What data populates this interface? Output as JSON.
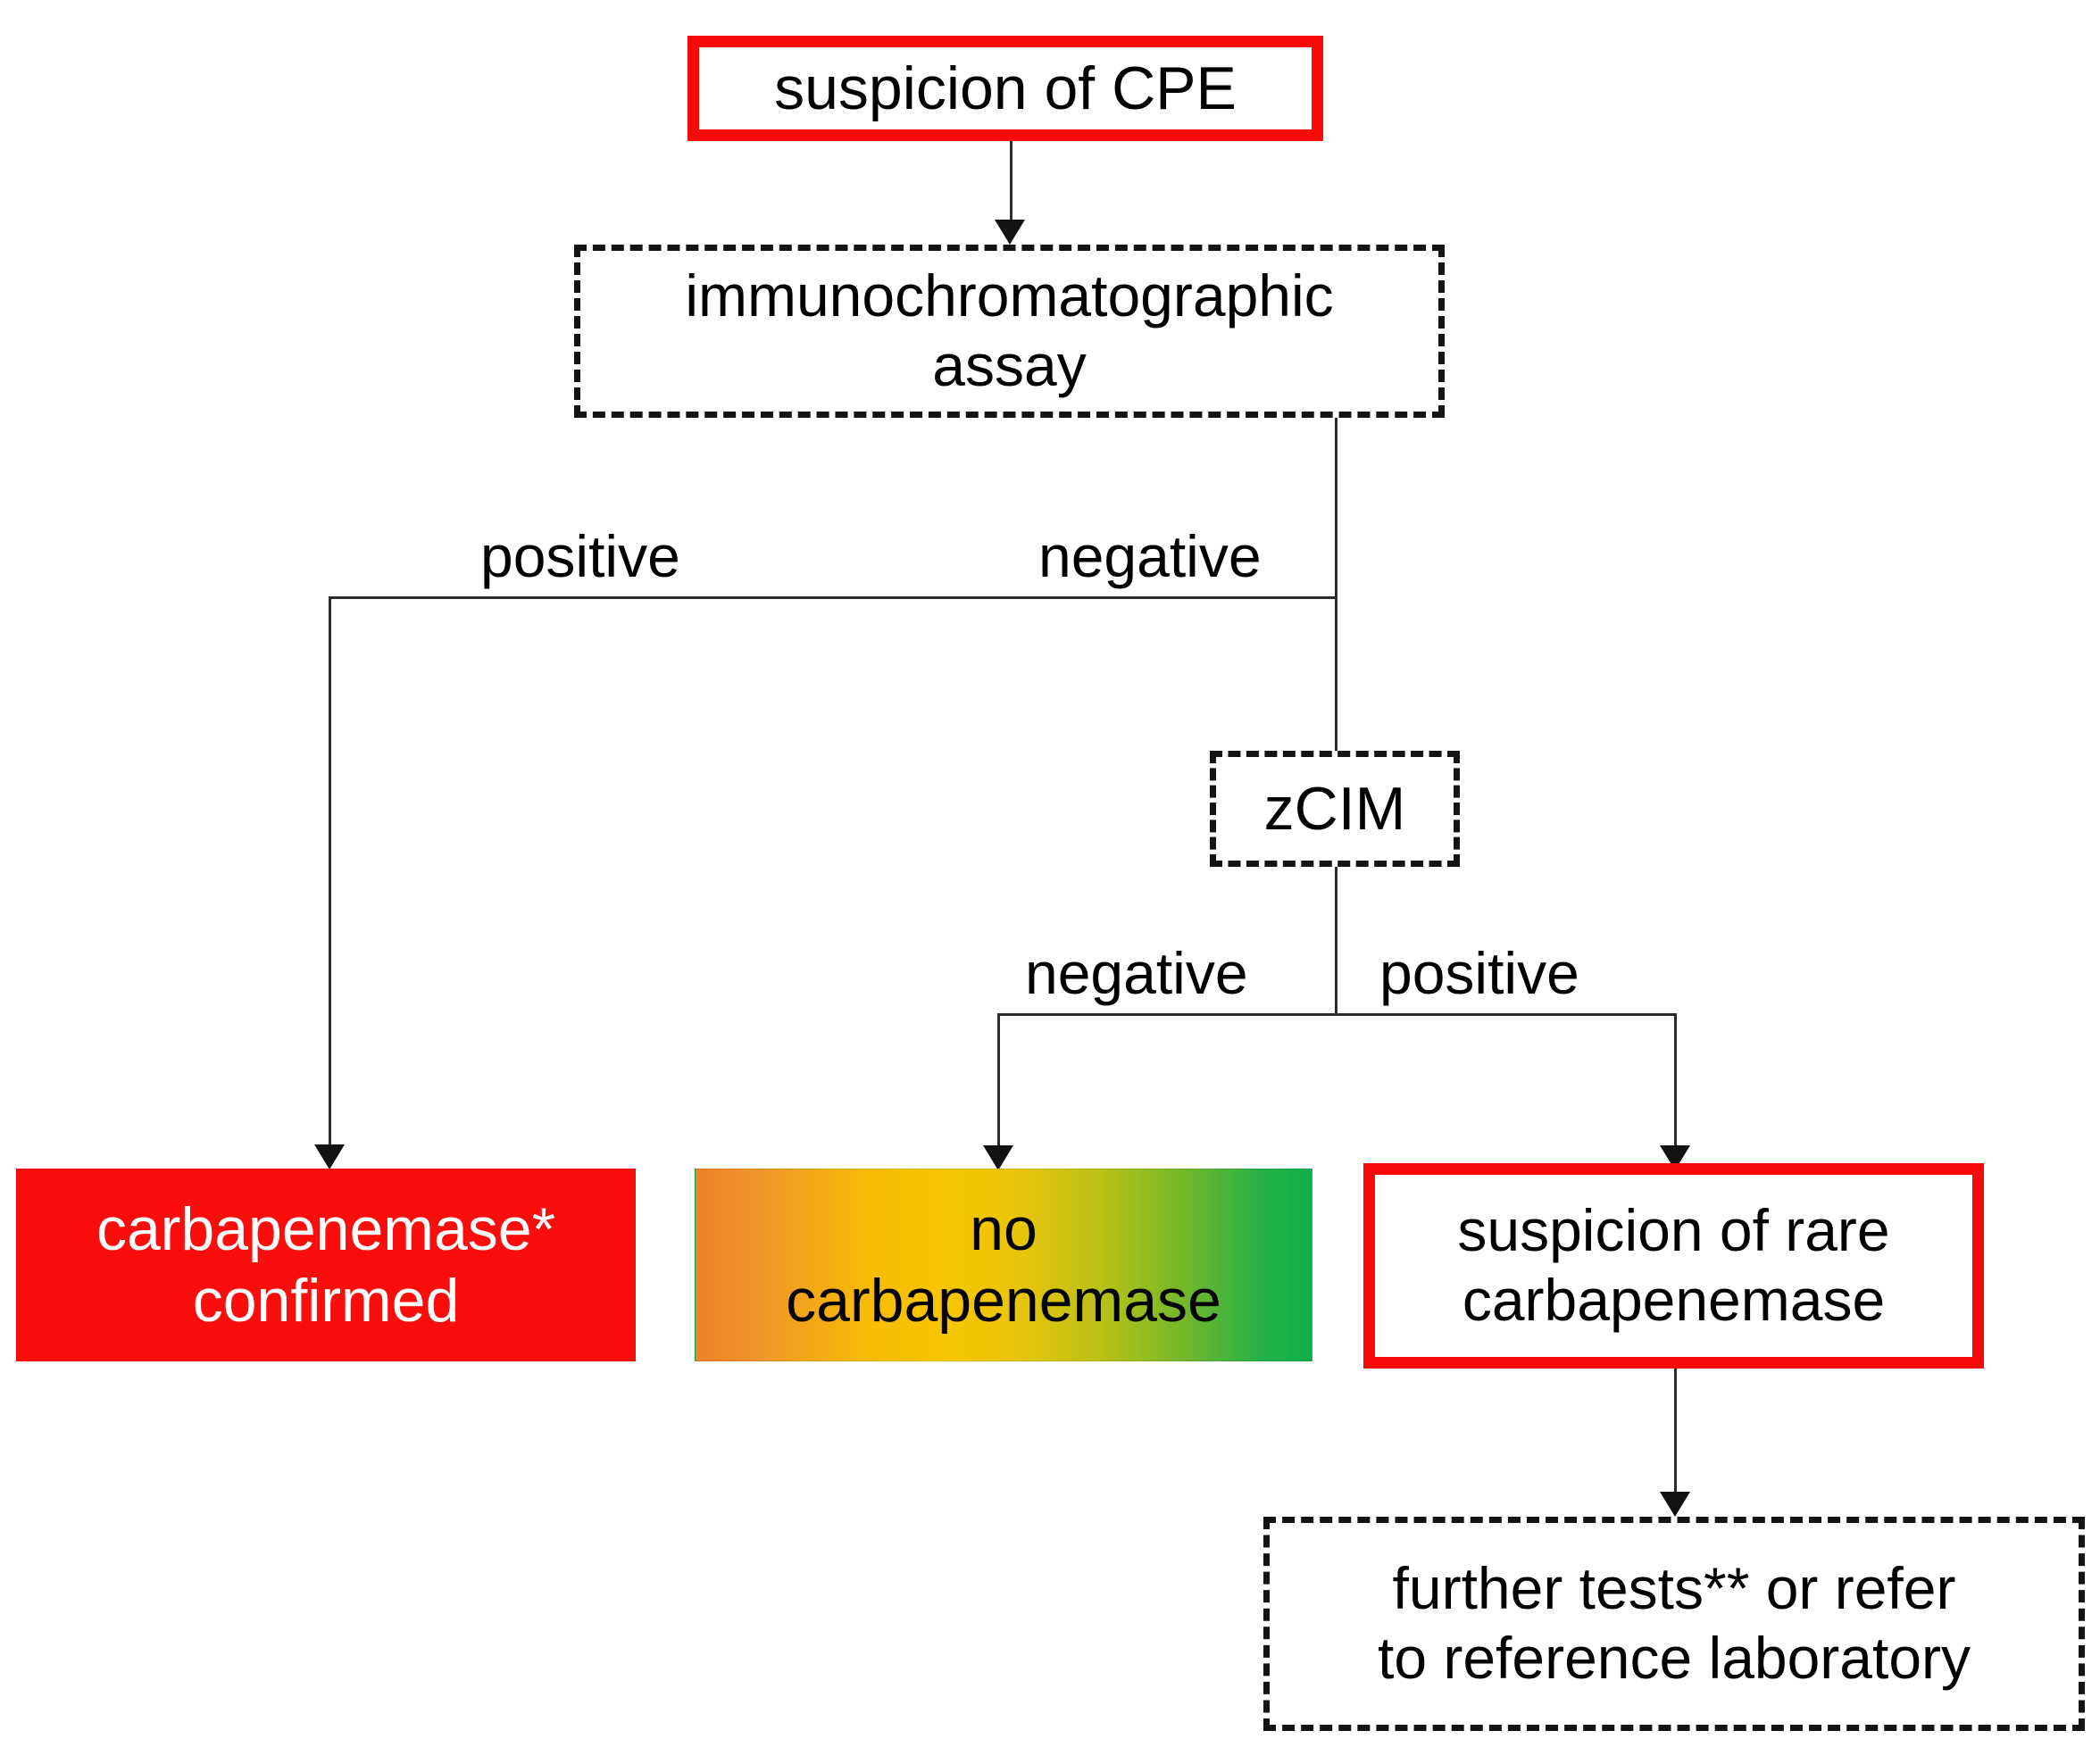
{
  "diagram": {
    "title": "CPE detection algorithm flowchart",
    "colors": {
      "red_border": "#f60b09",
      "red_fill": "#fb0d0b",
      "dashed_border": "#141414",
      "gradient_start": "#ed8128",
      "gradient_mid": "#f8c500",
      "gradient_end": "#10ae4c",
      "line": "#2b2b2b",
      "text": "#000000",
      "text_inverse": "#ffffff"
    },
    "nodes": {
      "suspicion_cpe": {
        "label": "suspicion of CPE",
        "style": "solid-red-border"
      },
      "ica": {
        "label": "immunochromatographic\nassay",
        "style": "dashed-border"
      },
      "zcim": {
        "label": "zCIM",
        "style": "dashed-border"
      },
      "carbapenemase_confirmed": {
        "label": "carbapenemase*\nconfirmed",
        "style": "fill-red"
      },
      "no_carbapenemase": {
        "label": "no\ncarbapenemase",
        "style": "fill-gradient"
      },
      "rare_carbapenemase": {
        "label": "suspicion of rare\ncarbapenemase",
        "style": "solid-red-border"
      },
      "further_tests": {
        "label": "further tests** or refer\nto reference laboratory",
        "style": "dashed-border"
      }
    },
    "edge_labels": {
      "ica_positive": "positive",
      "ica_negative": "negative",
      "zcim_negative": "negative",
      "zcim_positive": "positive"
    }
  }
}
